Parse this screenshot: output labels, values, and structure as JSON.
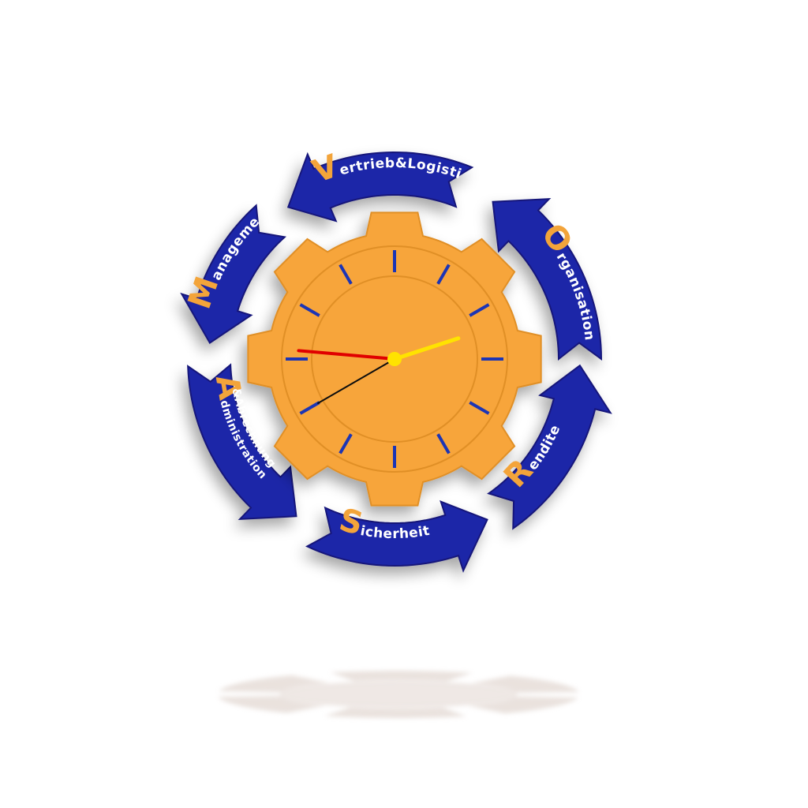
{
  "colors": {
    "arrow_fill": "#1f25a8",
    "arrow_edge": "#14177a",
    "gear_fill": "#f7a53a",
    "gear_ring": "#e08f26",
    "tick": "#1f35b5",
    "initial": "#f3a43a",
    "hand_hour": "#ffe300",
    "hand_minute": "#e00000",
    "hand_second": "#111111",
    "shadow": "#d9cbc3"
  },
  "segments": [
    {
      "id": "vertrieb",
      "initial": "V",
      "rest": "ertrieb&Logistik",
      "line2": ""
    },
    {
      "id": "organisation",
      "initial": "O",
      "rest": "rganisation",
      "line2": ""
    },
    {
      "id": "rendite",
      "initial": "R",
      "rest": "endite",
      "line2": ""
    },
    {
      "id": "sicherheit",
      "initial": "S",
      "rest": "icherheit",
      "line2": ""
    },
    {
      "id": "administration",
      "initial": "A",
      "rest": "dministration",
      "line2": "&Abrechnung"
    },
    {
      "id": "management",
      "initial": "M",
      "rest": "anagement",
      "line2": ""
    }
  ],
  "clock": {
    "hour_hand_angle_deg": 72,
    "minute_hand_angle_deg": 275,
    "second_hand_angle_deg": 240
  }
}
